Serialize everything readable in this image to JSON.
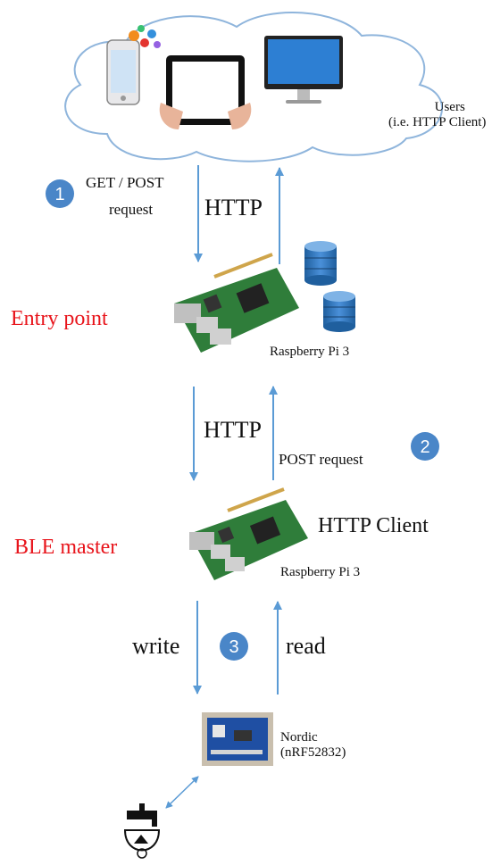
{
  "cloud": {
    "users_line1": "Users",
    "users_line2": "(i.e. HTTP Client)"
  },
  "step1": {
    "number": "1",
    "line1": "GET / POST",
    "line2": "request",
    "protocol": "HTTP"
  },
  "entry_point": {
    "role": "Entry point",
    "device": "Raspberry Pi 3"
  },
  "step2": {
    "protocol": "HTTP",
    "label": "POST request",
    "number": "2"
  },
  "ble_master": {
    "role": "BLE master",
    "client": "HTTP Client",
    "device": "Raspberry Pi 3"
  },
  "step3": {
    "left": "write",
    "number": "3",
    "right": "read"
  },
  "nordic": {
    "line1": "Nordic",
    "line2": "(nRF52832)"
  },
  "colors": {
    "arrow": "#5b9bd5",
    "badge": "#4a86c8",
    "role_text": "#e8141b",
    "board_green": "#2f7d3a"
  }
}
